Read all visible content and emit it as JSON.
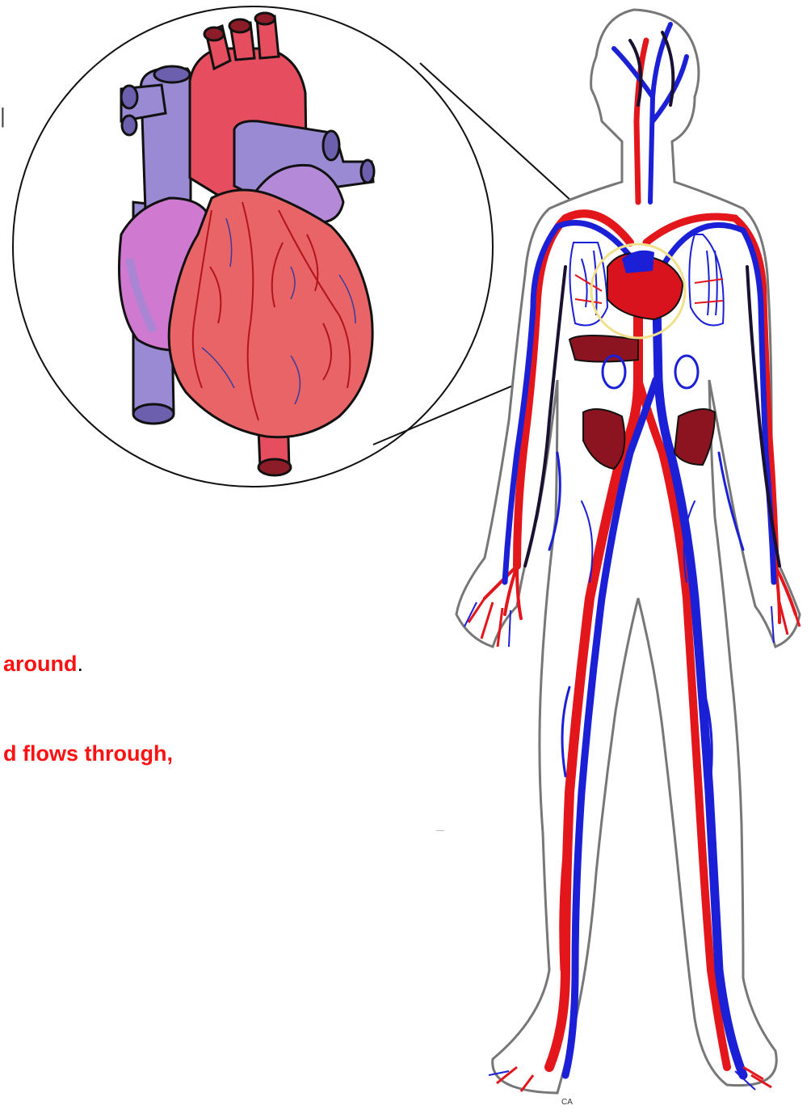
{
  "caption_line1": "around",
  "caption_line1_end": ".",
  "caption_line2": "d flows through,",
  "stray_mark_left": "|",
  "stray_mark_mid": "—",
  "stray_mark_bottom": "CA",
  "colors": {
    "artery": "#e3161c",
    "vein": "#1b1fd6",
    "heart_artery_fill": "#e64e5f",
    "heart_vein_fill": "#9a8ad4",
    "heart_muscle": "#e86466",
    "heart_atrium": "#cf79d1",
    "highlight_ring": "#f0e08a"
  },
  "icons": [
    "heart-closeup-illustration",
    "human-circulatory-system-figure"
  ]
}
